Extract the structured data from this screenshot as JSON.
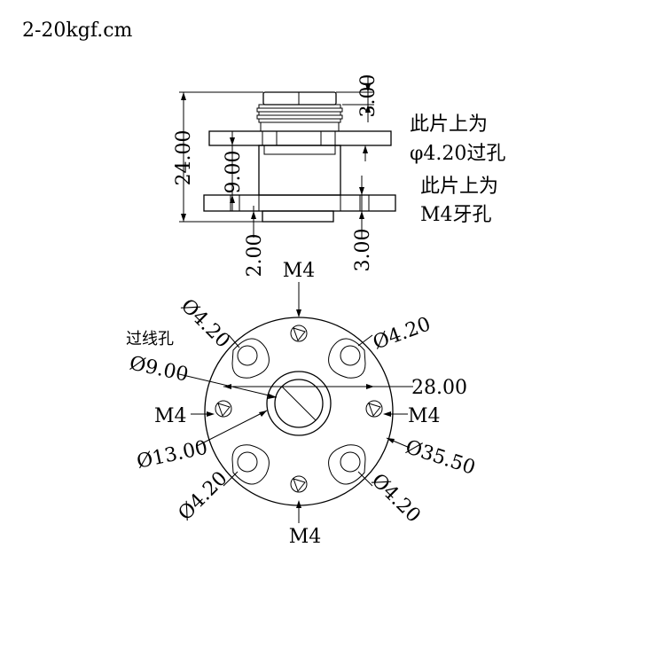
{
  "header": {
    "torque": "2-20kgf.cm"
  },
  "side_view": {
    "dims": {
      "total_height": "24.00",
      "top_section": "3.00",
      "upper_flange_gap": "9.00",
      "lower_left": "2.00",
      "lower_right": "3.00"
    },
    "notes": {
      "upper_line1": "此片上为",
      "upper_line2": "φ4.20过孔",
      "lower_line1": "此片上为",
      "lower_line2": "M4牙孔"
    }
  },
  "front_view": {
    "labels": {
      "m4_top": "M4",
      "m4_left": "M4",
      "m4_right": "M4",
      "m4_bottom": "M4",
      "wire_hole": "过线孔",
      "hole_ul": "Ø4.20",
      "hole_ur": "Ø4.20",
      "hole_ll": "Ø4.20",
      "hole_lr": "Ø4.20",
      "bore": "Ø9.00",
      "hub": "Ø13.00",
      "outer": "Ø35.50",
      "pcd": "28.00"
    }
  }
}
